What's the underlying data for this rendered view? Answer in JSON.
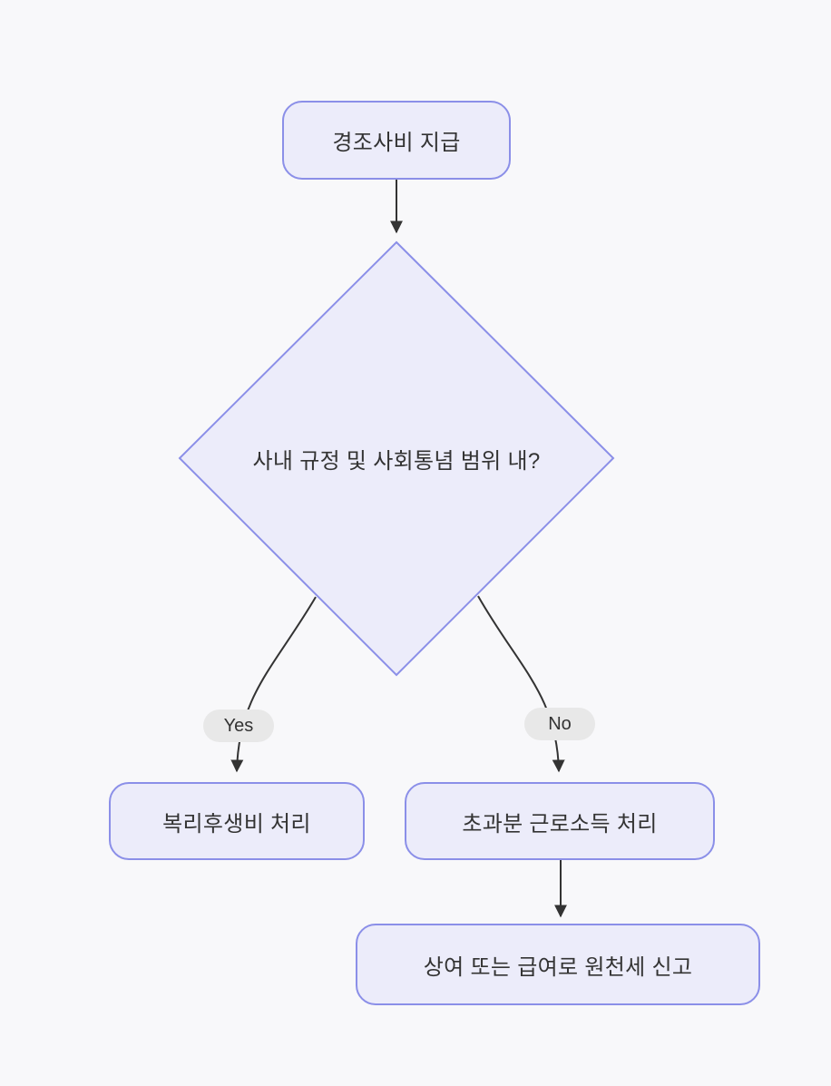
{
  "diagram": {
    "type": "flowchart",
    "direction": "top-down"
  },
  "colors": {
    "bg": "#F8F8FA",
    "node_fill": "#ECECFA",
    "node_border": "#8B8FE8",
    "text": "#333333",
    "edge": "#333333",
    "label_bg": "#E8E8E8"
  },
  "nodes": {
    "start": {
      "label": "경조사비 지급",
      "shape": "rounded-rect"
    },
    "decision": {
      "label": "사내 규정 및 사회통념 범위 내?",
      "shape": "diamond"
    },
    "yes_result": {
      "label": "복리후생비 처리",
      "shape": "rounded-rect"
    },
    "no_result": {
      "label": "초과분 근로소득 처리",
      "shape": "rounded-rect"
    },
    "final": {
      "label": "상여 또는 급여로 원천세 신고",
      "shape": "rounded-rect"
    }
  },
  "edge_labels": {
    "yes": "Yes",
    "no": "No"
  },
  "edges": [
    {
      "from": "start",
      "to": "decision",
      "label": ""
    },
    {
      "from": "decision",
      "to": "yes_result",
      "label": "Yes"
    },
    {
      "from": "decision",
      "to": "no_result",
      "label": "No"
    },
    {
      "from": "no_result",
      "to": "final",
      "label": ""
    }
  ]
}
